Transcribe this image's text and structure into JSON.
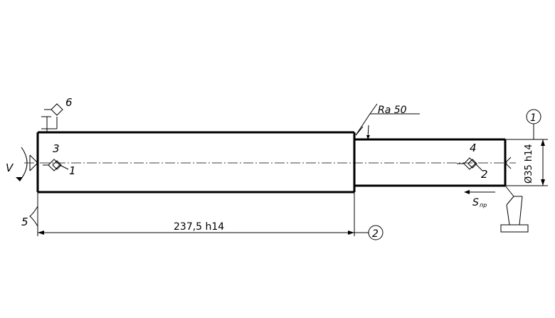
{
  "callouts": {
    "ref1": "1",
    "ref2": "2",
    "ref3": "3",
    "ref4": "4",
    "ref5": "5",
    "ref6": "6",
    "ref1b": "1",
    "ref2b": "2"
  },
  "symbols": {
    "rotation": "V",
    "roughness": "Ra 50",
    "feed": "S",
    "feed_sub": "пр"
  },
  "dimensions": {
    "length": "237,5 h14",
    "diameter": "Ø35 h14"
  }
}
